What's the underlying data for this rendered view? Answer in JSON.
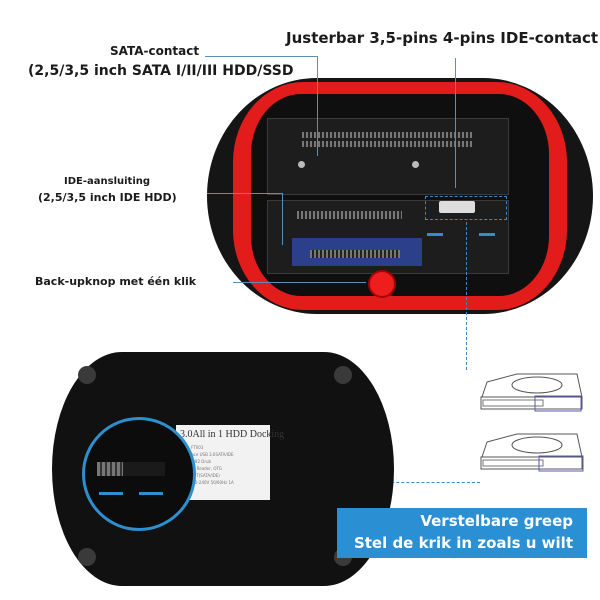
{
  "labels": {
    "sata_title": "SATA-contact",
    "sata_sub": "(2,5/3,5 inch SATA I/II/III HDD/SSD",
    "ide_adjust": "Justerbar 3,5-pins 4-pins IDE-contact",
    "ide_title": "IDE-aansluiting",
    "ide_sub": "(2,5/3,5 inch IDE HDD)",
    "backup_button": "Back-upknop met één klik"
  },
  "sticker": {
    "title": "3.0All in 1 HDD Docking",
    "lines": [
      "... FT003",
      "...face USB 3.0SATA/IDE",
      "...0882 Drub",
      "Card Reader, OTG",
      "...",
      "...1:2T(SATA/IDE)",
      "...100-240V 50/60Hz 1A"
    ]
  },
  "banner": {
    "line1": "Verstelbare greep",
    "line2": "Stel de krik in zoals u wilt"
  },
  "colors": {
    "accent_blue": "#2a8fd3",
    "dock_red": "#e21b1b",
    "dock_black": "#151515"
  }
}
